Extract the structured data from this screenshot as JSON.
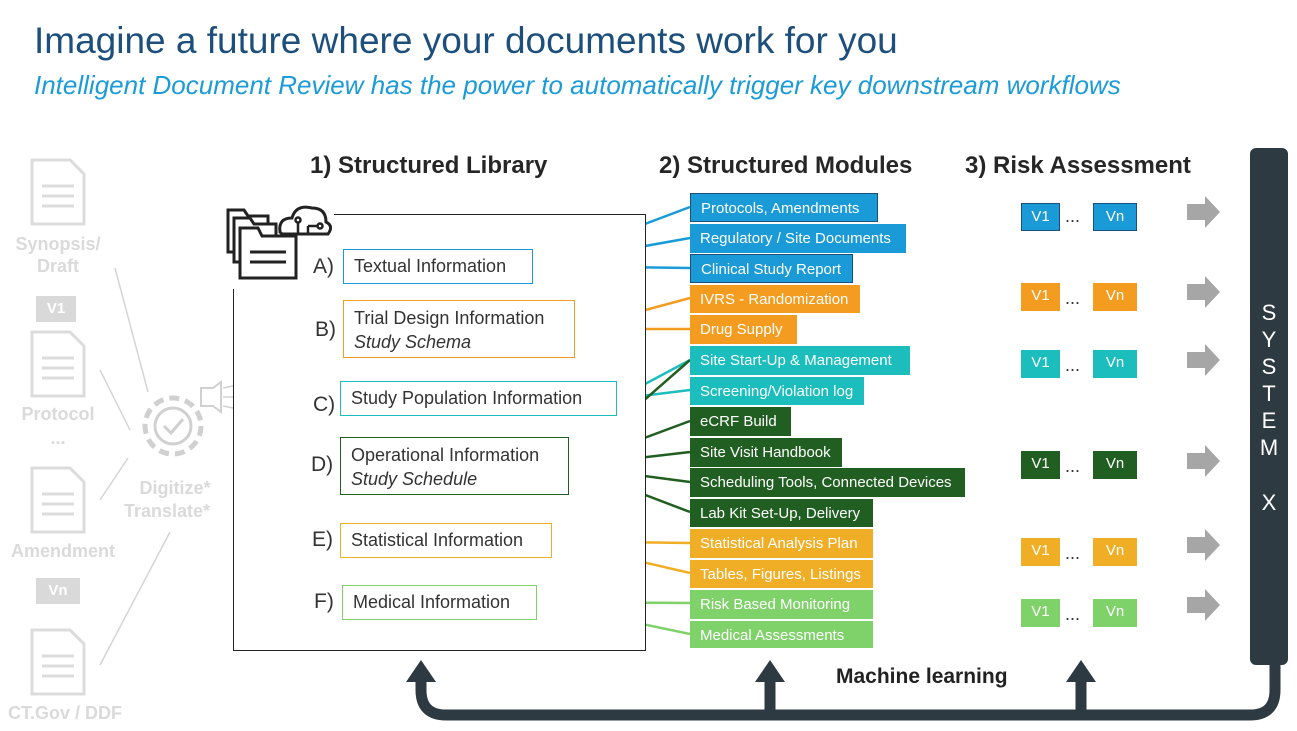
{
  "header": {
    "title": "Imagine a future where your documents work for you",
    "subtitle": "Intelligent Document Review has the power to automatically trigger key downstream workflows"
  },
  "sections": {
    "library": "1) Structured Library",
    "modules": "2) Structured Modules",
    "risk": "3) Risk Assessment"
  },
  "left_column": {
    "synopsis_line1": "Synopsis/",
    "synopsis_line2": "Draft",
    "version_v1": "V1",
    "protocol": "Protocol",
    "protocol_dots": "...",
    "amendment": "Amendment",
    "version_vn": "Vn",
    "ctgov": "CT.Gov / DDF",
    "digitize": "Digitize*",
    "translate": "Translate*"
  },
  "library_items": [
    {
      "letter": "A)",
      "label": "Textual Information",
      "sub": ""
    },
    {
      "letter": "B)",
      "label": "Trial Design Information",
      "sub": "Study Schema"
    },
    {
      "letter": "C)",
      "label": "Study Population Information",
      "sub": ""
    },
    {
      "letter": "D)",
      "label": "Operational Information",
      "sub": "Study Schedule"
    },
    {
      "letter": "E)",
      "label": "Statistical Information",
      "sub": ""
    },
    {
      "letter": "F)",
      "label": "Medical Information",
      "sub": ""
    }
  ],
  "modules": [
    "Protocols, Amendments",
    "Regulatory / Site Documents",
    "Clinical Study Report",
    "IVRS - Randomization",
    "Drug Supply",
    "Site Start-Up & Management",
    "Screening/Violation log",
    "eCRF Build",
    "Site Visit Handbook",
    "Scheduling Tools, Connected Devices",
    "Lab Kit Set-Up, Delivery",
    "Statistical Analysis Plan",
    "Tables, Figures, Listings",
    "Risk Based Monitoring",
    "Medical Assessments"
  ],
  "risk": {
    "v1": "V1",
    "dots": "...",
    "vn": "Vn"
  },
  "system": {
    "letters": [
      "S",
      "Y",
      "S",
      "T",
      "E",
      "M",
      "X"
    ]
  },
  "machine_learning": "Machine learning",
  "colors": {
    "title": "#1d4f7c",
    "subtitle": "#1b9bd7",
    "textual": "#1a9ad6",
    "trial_design": "#f39c1f",
    "population": "#1bbdbd",
    "operational": "#215e21",
    "statistical": "#f0ae27",
    "medical": "#7fd16a",
    "system_bar": "#2e3a42"
  }
}
